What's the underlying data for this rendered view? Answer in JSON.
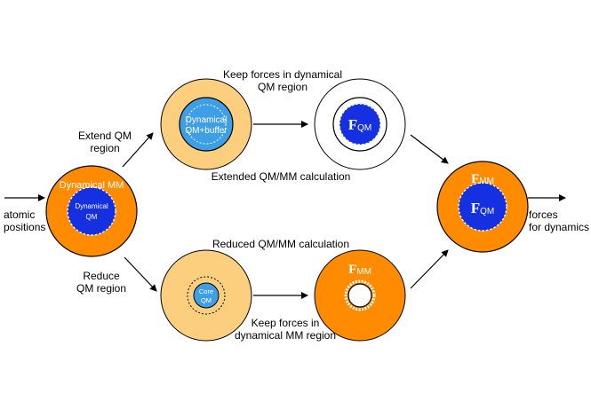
{
  "colors": {
    "orange": "#ff8c00",
    "light_orange": "#fccf7f",
    "light_blue": "#3f9fe6",
    "dark_blue": "#1530e0",
    "white": "#ffffff",
    "black": "#000000"
  },
  "labels": {
    "atomic_positions_line1": "atomic",
    "atomic_positions_line2": "positions",
    "forces_line1": "forces",
    "forces_line2": "for dynamics",
    "extend_line1": "Extend QM",
    "extend_line2": "region",
    "reduce_line1": "Reduce",
    "reduce_line2": "QM region",
    "keep_qm_line1": "Keep forces in dynamical",
    "keep_qm_line2": "QM region",
    "extended_calc": "Extended QM/MM calculation",
    "reduced_calc": "Reduced QM/MM calculation",
    "keep_mm_line1": "Keep forces in",
    "keep_mm_line2": "dynamical MM region"
  },
  "circles": {
    "left_outer": "Dynamical MM",
    "left_inner_line1": "Dynamical",
    "left_inner_line2": "QM",
    "top_inner_line1": "Dynamical",
    "top_inner_line2": "QM+buffer",
    "bottom_inner_line1": "Core",
    "bottom_inner_line2": "QM"
  },
  "forces": {
    "symbol": "F",
    "qm_sub": "QM",
    "mm_sub": "MM"
  }
}
